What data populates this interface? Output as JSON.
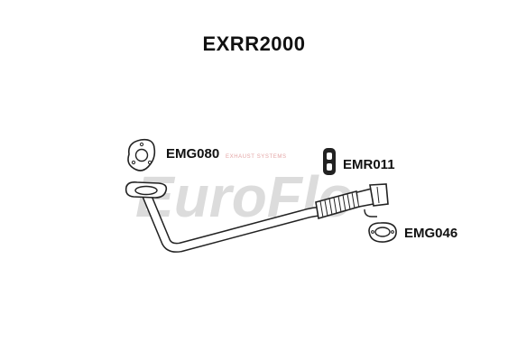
{
  "title": "EXRR2000",
  "parts": [
    {
      "code": "EMG080"
    },
    {
      "code": "EMR011"
    },
    {
      "code": "EMG046"
    }
  ],
  "watermark": {
    "logo_text": "EuroFlo",
    "tagline": "EXHAUST SYSTEMS"
  },
  "colors": {
    "outline": "#222222",
    "watermark_gray": "#d7d7d7",
    "watermark_red": "#e8a6a6"
  }
}
